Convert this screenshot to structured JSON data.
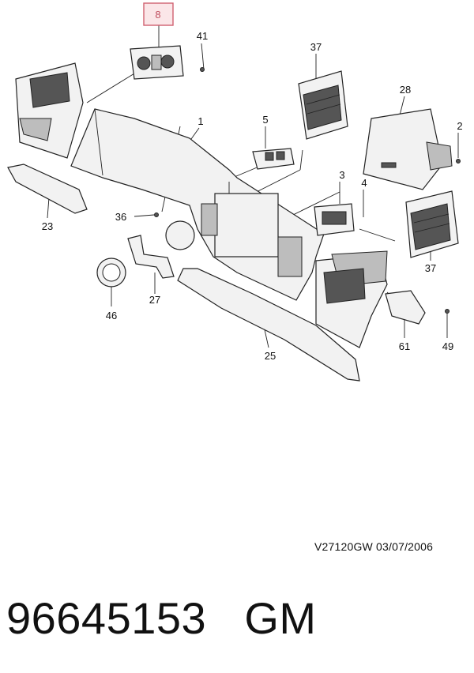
{
  "callouts": {
    "c8": "8",
    "c41": "41",
    "c37a": "37",
    "c28": "28",
    "c1": "1",
    "c5": "5",
    "c2": "2",
    "c3": "3",
    "c4": "4",
    "c36": "36",
    "c23": "23",
    "c37b": "37",
    "c27": "27",
    "c46": "46",
    "c25": "25",
    "c61": "61",
    "c49": "49"
  },
  "highlight_color": "#d06070",
  "footer": {
    "drawing_code": "V27120GW  03/07/2006",
    "part_number": "96645153",
    "brand": "GM"
  }
}
